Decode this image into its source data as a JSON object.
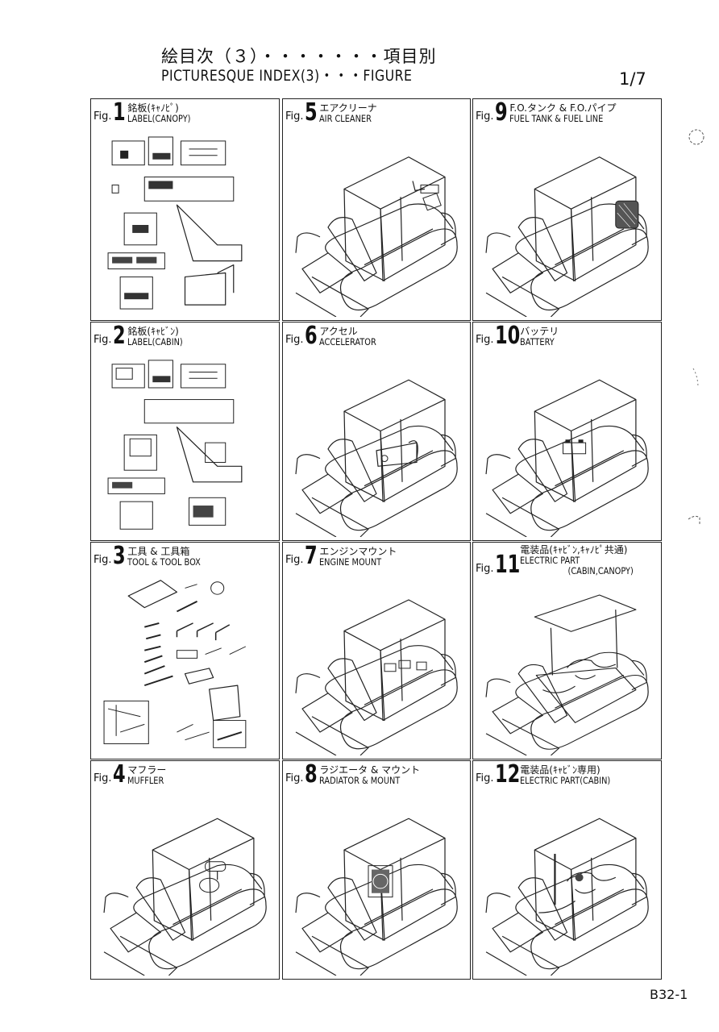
{
  "header": {
    "title_jp": "絵目次（３）・・・・・・・項目別",
    "title_en": "PICTURESQUE INDEX(3)・・・FIGURE",
    "page": "1/7"
  },
  "footer": {
    "doc_code": "B32-1"
  },
  "figures": [
    {
      "fig": "Fig.",
      "num": "1",
      "jp": "銘板(ｷｬﾉﾋﾟ)",
      "en": "LABEL(CANOPY)",
      "en2": "",
      "art": "label-canopy"
    },
    {
      "fig": "Fig.",
      "num": "5",
      "jp": "エアクリーナ",
      "en": "AIR CLEANER",
      "en2": "",
      "art": "air-cleaner"
    },
    {
      "fig": "Fig.",
      "num": "9",
      "jp": "F.O.タンク & F.O.パイプ",
      "en": "FUEL TANK & FUEL LINE",
      "en2": "",
      "art": "fuel-tank"
    },
    {
      "fig": "Fig.",
      "num": "2",
      "jp": "銘板(ｷｬﾋﾞﾝ)",
      "en": "LABEL(CABIN)",
      "en2": "",
      "art": "label-cabin"
    },
    {
      "fig": "Fig.",
      "num": "6",
      "jp": "アクセル",
      "en": "ACCELERATOR",
      "en2": "",
      "art": "accelerator"
    },
    {
      "fig": "Fig.",
      "num": "10",
      "jp": "バッテリ",
      "en": "BATTERY",
      "en2": "",
      "art": "battery"
    },
    {
      "fig": "Fig.",
      "num": "3",
      "jp": "工具 & 工具箱",
      "en": "TOOL & TOOL BOX",
      "en2": "",
      "art": "tools"
    },
    {
      "fig": "Fig.",
      "num": "7",
      "jp": "エンジンマウント",
      "en": "ENGINE MOUNT",
      "en2": "",
      "art": "engine-mount"
    },
    {
      "fig": "Fig.",
      "num": "11",
      "jp": "電装品(ｷｬﾋﾞﾝ,ｷｬﾉﾋﾟ共通)",
      "en": "ELECTRIC PART",
      "en2": "(CABIN,CANOPY)",
      "art": "electric-canopy"
    },
    {
      "fig": "Fig.",
      "num": "4",
      "jp": "マフラー",
      "en": "MUFFLER",
      "en2": "",
      "art": "muffler"
    },
    {
      "fig": "Fig.",
      "num": "8",
      "jp": "ラジエータ & マウント",
      "en": "RADIATOR & MOUNT",
      "en2": "",
      "art": "radiator"
    },
    {
      "fig": "Fig.",
      "num": "12",
      "jp": "電装品(ｷｬﾋﾞﾝ専用)",
      "en": "ELECTRIC PART(CABIN)",
      "en2": "",
      "art": "electric-cabin"
    }
  ]
}
